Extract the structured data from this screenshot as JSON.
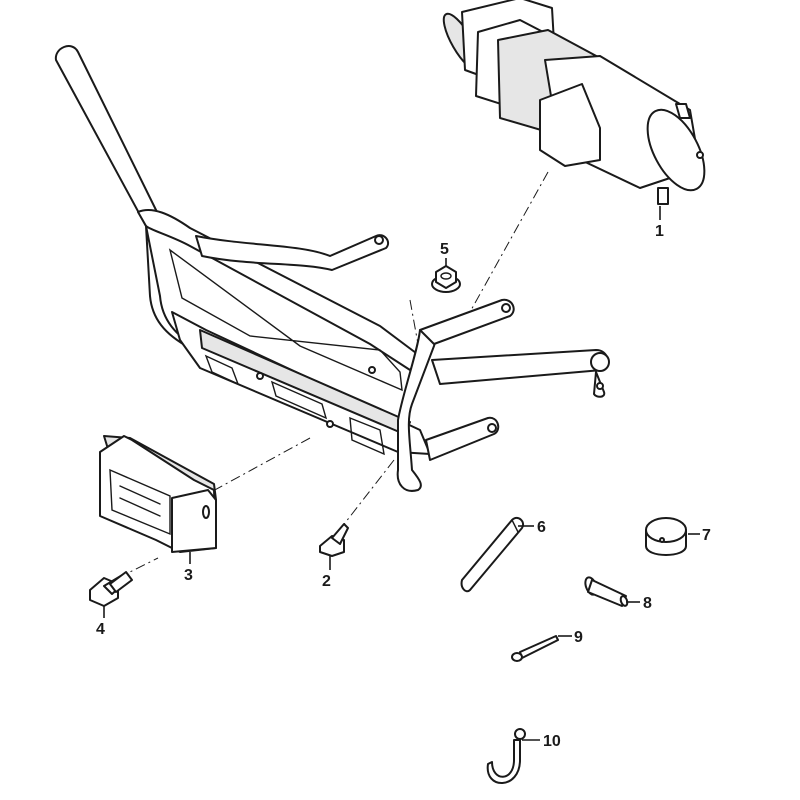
{
  "callouts": {
    "winch": "1",
    "bolt_short": "2",
    "fairlead_mount": "3",
    "bolt_long": "4",
    "nut": "5",
    "strap": "6",
    "roller": "7",
    "pin": "8",
    "cotter_pin": "9",
    "hook": "10"
  }
}
